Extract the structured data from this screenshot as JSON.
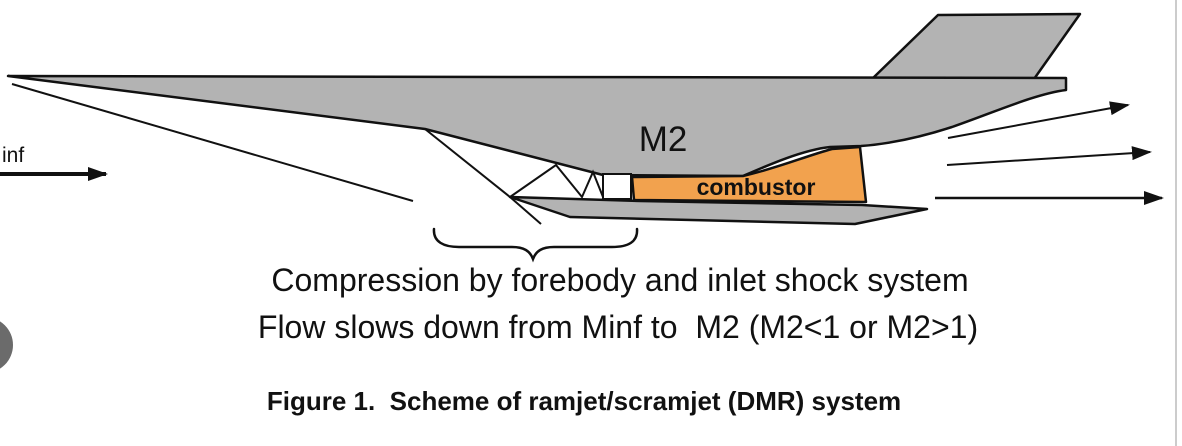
{
  "figure": {
    "freestream_label": "inf",
    "station_label": "M2",
    "combustor_label": "combustor",
    "annotation_line1": "Compression by forebody and inlet shock system",
    "annotation_line2": "Flow slows down from Minf to  M2 (M2<1 or M2>1)",
    "caption": "Figure 1.  Scheme of ramjet/scramjet (DMR) system"
  },
  "colors": {
    "body_gray": "#B3B3B3",
    "combustor_orange": "#F2A24E",
    "isolator_white": "#FFFFFF",
    "outline_black": "#111111",
    "edge_circle_gray": "#6B6B6B",
    "page_divider_gray": "#CCCCCC"
  }
}
